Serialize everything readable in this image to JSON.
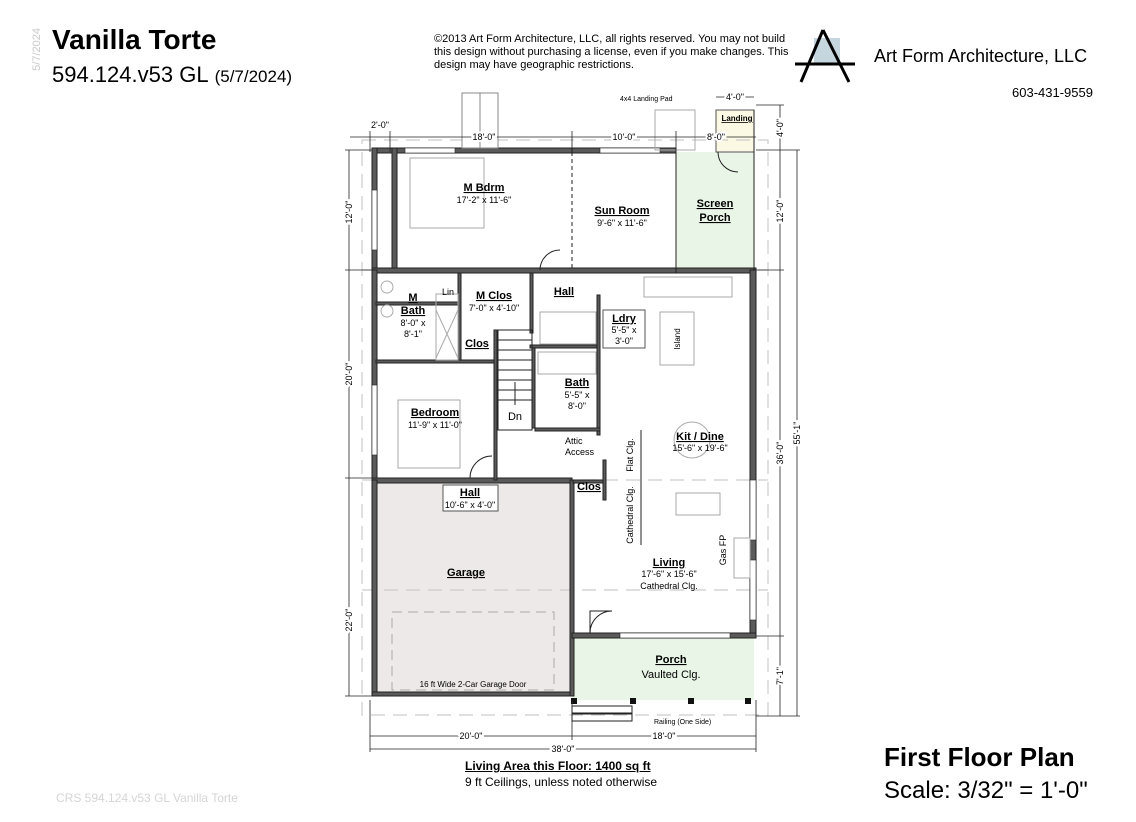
{
  "header": {
    "title": "Vanilla Torte",
    "plan_number": "594.124.v53 GL",
    "plan_date": "(5/7/2024)",
    "side_date": "5/7/2024"
  },
  "copyright": "©2013 Art Form Architecture, LLC, all rights reserved. You may not build this design without purchasing a license, even if you make changes. This design may have geographic restrictions.",
  "company": {
    "name": "Art Form Architecture, LLC",
    "phone": "603-431-9559",
    "logo": "triangle-A-logo",
    "logo_accent": "#c5d6df"
  },
  "rooms": [
    {
      "name": "M Bdrm",
      "size": "17'-2\" x 11'-6\""
    },
    {
      "name": "Sun Room",
      "size": "9'-6\" x 11'-6\""
    },
    {
      "name": "Screen Porch",
      "size": ""
    },
    {
      "name": "Landing",
      "size": ""
    },
    {
      "name": "M Bath",
      "size": "8'-0\" x 8'-1\""
    },
    {
      "name": "Lin",
      "size": ""
    },
    {
      "name": "M Clos",
      "size": "7'-0\" x 4'-10\""
    },
    {
      "name": "Hall",
      "size": ""
    },
    {
      "name": "Ldry",
      "size": "5'-5\" x 3'-0\""
    },
    {
      "name": "Clos",
      "size": ""
    },
    {
      "name": "Bath",
      "size": "5'-5\" x 8'-0\""
    },
    {
      "name": "Bedroom",
      "size": "11'-9\" x 11'-0\""
    },
    {
      "name": "Kit / Dine",
      "size": "15'-6\" x 19'-6\""
    },
    {
      "name": "Hall",
      "size": "10'-6\" x 4'-0\""
    },
    {
      "name": "Clos",
      "size": ""
    },
    {
      "name": "Garage",
      "size": ""
    },
    {
      "name": "Living",
      "size": "17'-6\" x 15'-6\"",
      "note": "Cathedral Clg."
    },
    {
      "name": "Porch",
      "size": "",
      "note": "Vaulted Clg."
    }
  ],
  "annotations": {
    "landing_pad": "4x4 Landing Pad",
    "dn": "Dn",
    "island": "Island",
    "attic_access": [
      "Attic",
      "Access"
    ],
    "flat_clg": "Flat Clg.",
    "cathedral_clg": "Cathedral Clg.",
    "gas_fp": "Gas FP",
    "garage_door": "16 ft Wide 2-Car Garage Door",
    "railing": "Railing (One Side)"
  },
  "dimensions": {
    "top": [
      "2'-0\"",
      "18'-0\"",
      "10'-0\"",
      "8'-0\"",
      "4'-0\""
    ],
    "left": [
      "12'-0\"",
      "20'-0\"",
      "22'-0\""
    ],
    "right": [
      "4'-0\"",
      "12'-0\"",
      "36'-0\"",
      "7'-1\"",
      "55'-1\""
    ],
    "bottom": [
      "20'-0\"",
      "18'-0\"",
      "38'-0\""
    ]
  },
  "footer": {
    "living_area": "Living Area this Floor: 1400 sq ft",
    "ceilings": "9 ft Ceilings, unless noted otherwise",
    "plan_title": "First Floor Plan",
    "scale": "Scale: 3/32\" = 1'-0\"",
    "watermark": "CRS 594.124.v53 GL Vanilla Torte"
  },
  "colors": {
    "wall": "#555555",
    "garage_fill": "#ede9e8",
    "porch_fill": "#e9f5e6",
    "landing_fill": "#fbf8e3"
  }
}
